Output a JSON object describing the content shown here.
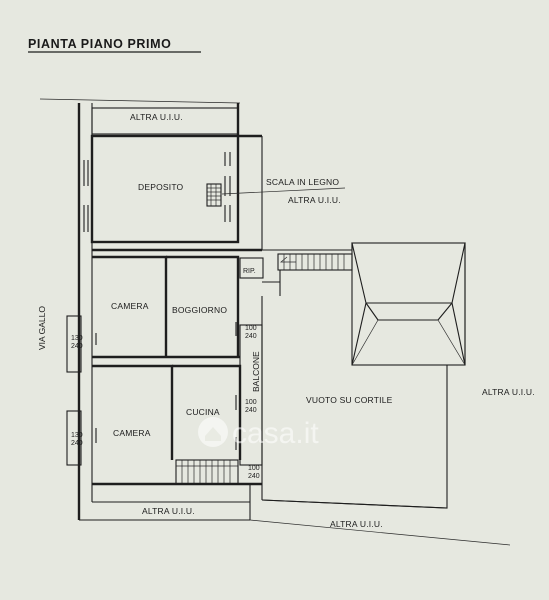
{
  "title": "PIANTA PIANO PRIMO",
  "labels": {
    "altra_top": "ALTRA U.I.U.",
    "deposito": "DEPOSITO",
    "scala": "SCALA IN LEGNO",
    "altra_right_top": "ALTRA U.I.U.",
    "rip": "RIP.",
    "camera_1": "CAMERA",
    "boggiorno": "BOGGIORNO",
    "via_gallo": "VIA GALLO",
    "balcone": "BALCONE",
    "camera_2": "CAMERA",
    "cucina": "CUCINA",
    "vuoto": "VUOTO SU CORTILE",
    "altra_far_right": "ALTRA U.I.U.",
    "altra_bottom_inner": "ALTRA U.I.U.",
    "altra_bottom_outer": "ALTRA U.I.U."
  },
  "dimensions": {
    "win_left_1": [
      "130",
      "240"
    ],
    "win_left_2": [
      "130",
      "240"
    ],
    "balc_1": [
      "100",
      "240"
    ],
    "balc_2": [
      "100",
      "240"
    ],
    "balc_3": [
      "100",
      "240"
    ]
  },
  "watermark": "casa.it",
  "colors": {
    "paper": "#e6e8e0",
    "ink": "#1e1e1e"
  }
}
